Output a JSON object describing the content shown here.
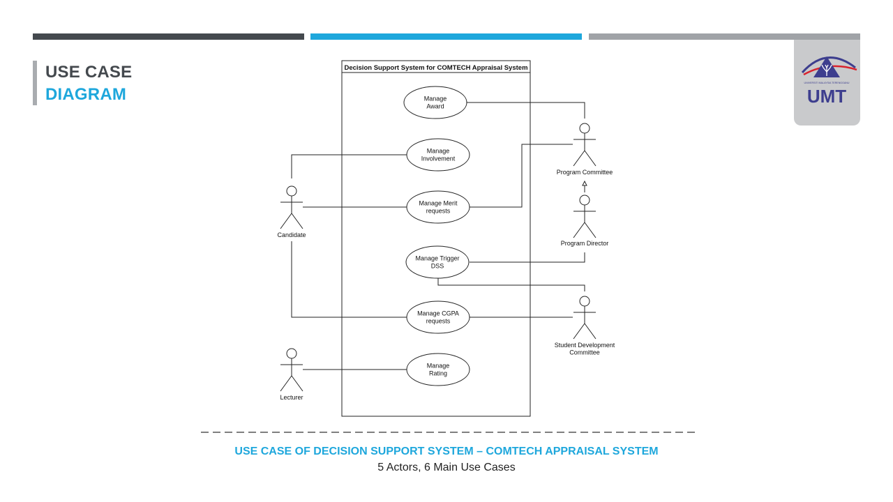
{
  "slide": {
    "title_line1": "USE CASE",
    "title_line2": "DIAGRAM"
  },
  "logo": {
    "text": "UMT",
    "subtext": "UNIVERSITI MALAYSIA TERENGGANU"
  },
  "diagram": {
    "system_title": "Decision Support System for COMTECH Appraisal System",
    "use_cases": {
      "manage_award": [
        "Manage",
        "Award"
      ],
      "manage_involvement": [
        "Manage",
        "Involvement"
      ],
      "manage_merit": [
        "Manage Merit",
        "requests"
      ],
      "manage_trigger": [
        "Manage Trigger",
        "DSS"
      ],
      "manage_cgpa": [
        "Manage CGPA",
        "requests"
      ],
      "manage_rating": [
        "Manage",
        "Rating"
      ]
    },
    "actors": {
      "program_committee": [
        "Program Committee"
      ],
      "program_director": [
        "Program Director"
      ],
      "candidate": [
        "Candidate"
      ],
      "student_dev": [
        "Student Development",
        "Committee"
      ],
      "lecturer": [
        "Lecturer"
      ]
    }
  },
  "caption": {
    "line1": "USE CASE OF DECISION SUPPORT SYSTEM – COMTECH APPRAISAL SYSTEM",
    "line2": "5 Actors, 6 Main Use Cases"
  },
  "colors": {
    "dark_bar": "#44494e",
    "accent_blue": "#1ea7dc",
    "grey_bar": "#a0a3a7",
    "logo_purple": "#3d3e8e",
    "logo_red": "#d9232e"
  }
}
